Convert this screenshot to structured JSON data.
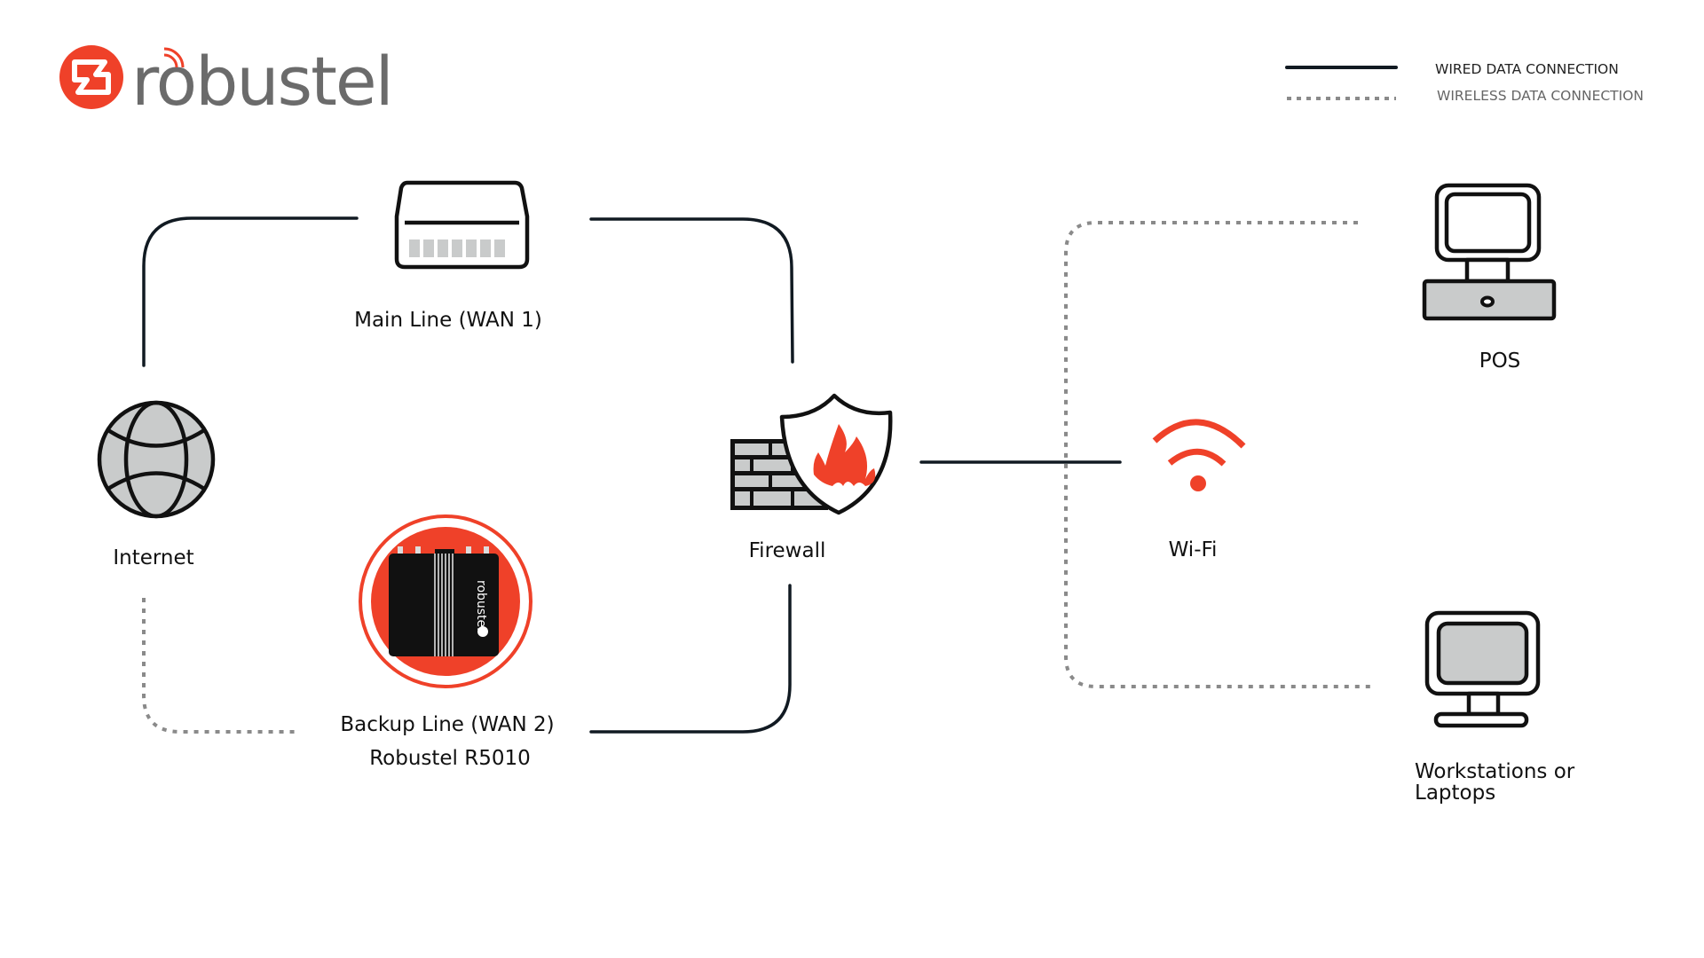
{
  "brand": {
    "name": "robustel",
    "accent_color": "#ef4129",
    "text_color": "#6b6b6b"
  },
  "legend": {
    "items": [
      {
        "type": "wired",
        "label": "WIRED DATA CONNECTION",
        "color": "#111a22"
      },
      {
        "type": "wireless",
        "label": "WIRELESS DATA CONNECTION",
        "color": "#8a8a8a"
      }
    ]
  },
  "nodes": {
    "internet": {
      "label": "Internet",
      "icon": "globe-icon"
    },
    "main_line": {
      "label": "Main Line (WAN 1)",
      "icon": "modem-icon"
    },
    "backup_line": {
      "label_line1": "Backup Line (WAN 2)",
      "label_line2": "Robustel R5010",
      "icon": "router-icon",
      "device_brand": "robustel"
    },
    "firewall": {
      "label": "Firewall",
      "icon": "firewall-icon"
    },
    "wifi": {
      "label": "Wi-Fi",
      "icon": "wifi-icon"
    },
    "pos": {
      "label": "POS",
      "icon": "pos-terminal-icon"
    },
    "workstations": {
      "label_line1": "Workstations or",
      "label_line2": "Laptops",
      "icon": "monitor-icon"
    }
  },
  "connections": [
    {
      "from": "internet",
      "to": "main_line",
      "type": "wired"
    },
    {
      "from": "main_line",
      "to": "firewall",
      "type": "wired"
    },
    {
      "from": "internet",
      "to": "backup_line",
      "type": "wireless"
    },
    {
      "from": "backup_line",
      "to": "firewall",
      "type": "wired"
    },
    {
      "from": "firewall",
      "to": "wifi",
      "type": "wired"
    },
    {
      "from": "wifi",
      "to": "pos",
      "type": "wireless"
    },
    {
      "from": "wifi",
      "to": "workstations",
      "type": "wireless"
    }
  ]
}
